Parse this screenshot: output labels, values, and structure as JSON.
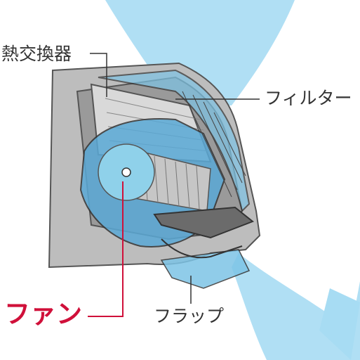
{
  "labels": {
    "heat_exchanger": "熱交換器",
    "filter": "フィルター",
    "fan": "ファン",
    "flap": "フラップ"
  },
  "colors": {
    "airflow": "#a7dcf3",
    "casing": "#b8b8b8",
    "casing_dark": "#666666",
    "fan": "#8fd1ea",
    "inner_blue": "#5aa9d6",
    "fan_callout": "#d0103a",
    "callout_line": "#333333"
  }
}
